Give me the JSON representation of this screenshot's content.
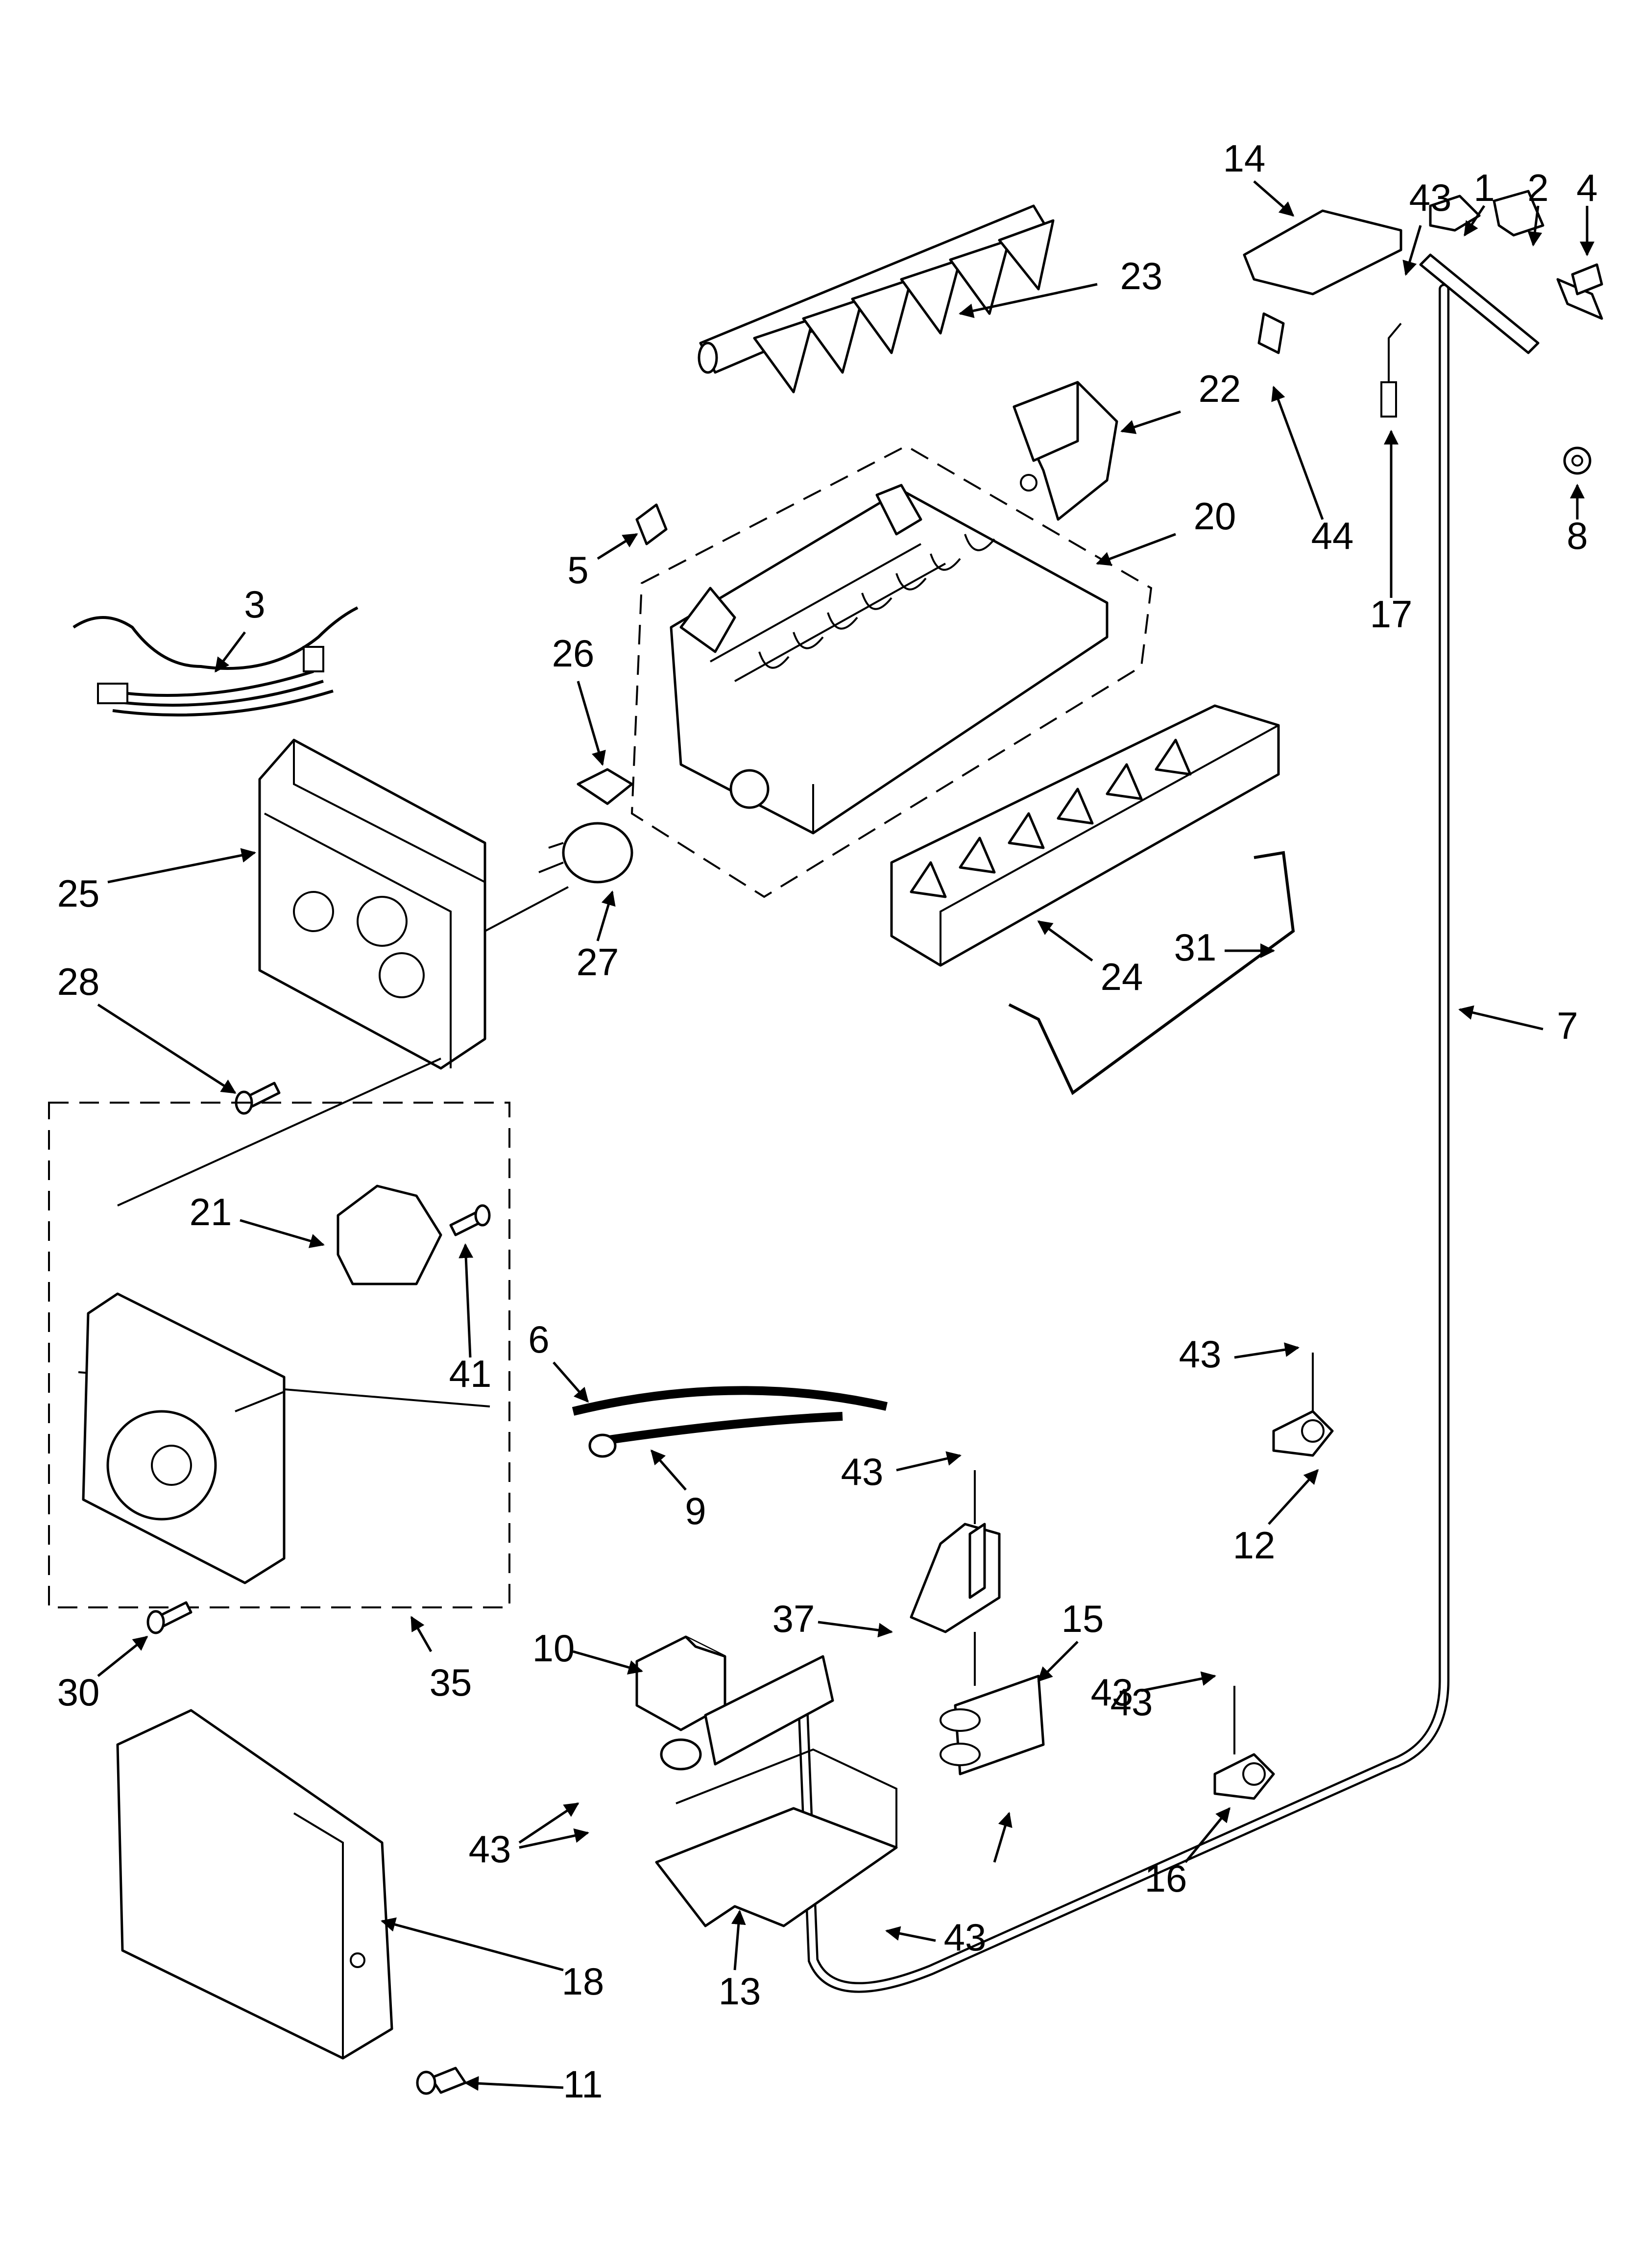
{
  "diagram": {
    "callouts": [
      "14",
      "43",
      "1",
      "2",
      "4",
      "23",
      "22",
      "44",
      "17",
      "8",
      "5",
      "20",
      "3",
      "26",
      "25",
      "27",
      "24",
      "31",
      "7",
      "28",
      "21",
      "41",
      "6",
      "43",
      "9",
      "43",
      "12",
      "37",
      "15",
      "10",
      "43",
      "30",
      "35",
      "43",
      "16",
      "43",
      "13",
      "18",
      "11",
      "43"
    ]
  }
}
